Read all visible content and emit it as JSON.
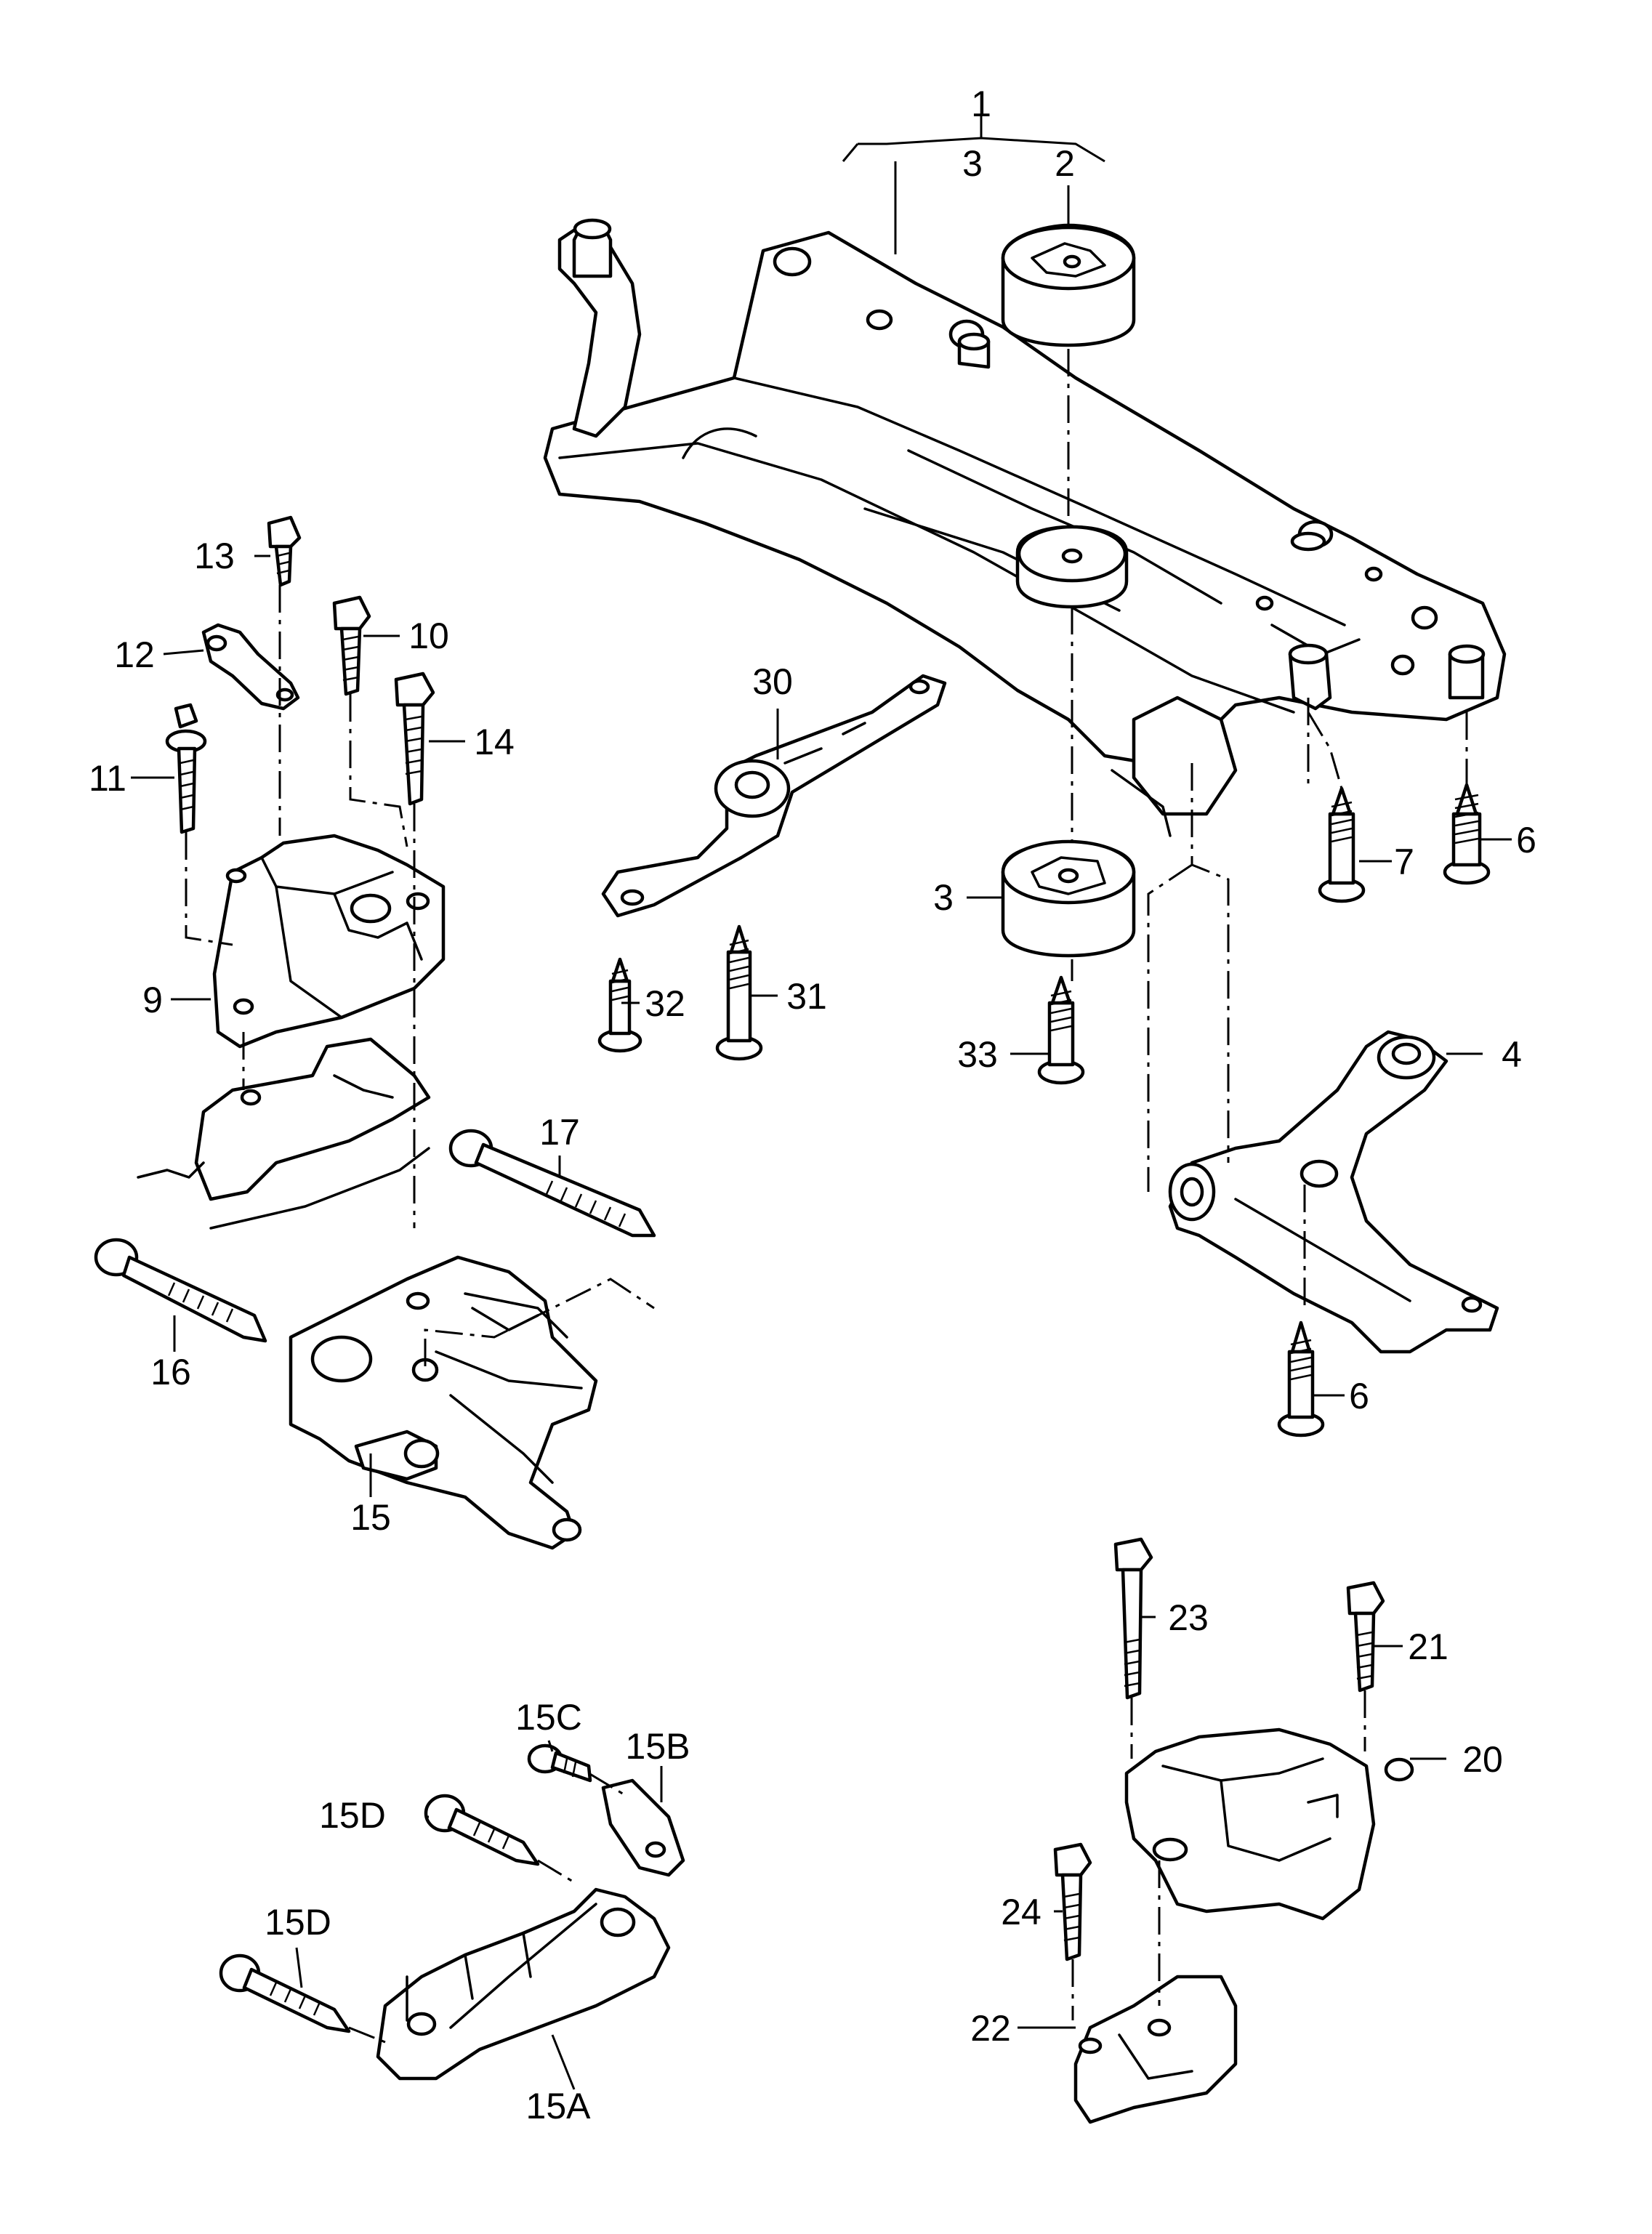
{
  "diagram": {
    "callouts": {
      "c1": "1",
      "c3top": "3",
      "c2": "2",
      "c30": "30",
      "c3": "3",
      "c33": "33",
      "c32": "32",
      "c31": "31",
      "c7": "7",
      "c6a": "6",
      "c4": "4",
      "c6b": "6",
      "c13": "13",
      "c12": "12",
      "c10": "10",
      "c11": "11",
      "c14": "14",
      "c9": "9",
      "c17": "17",
      "c16": "16",
      "c15": "15",
      "c23": "23",
      "c21": "21",
      "c20": "20",
      "c24": "24",
      "c22": "22",
      "c15C": "15C",
      "c15B": "15B",
      "c15D_a": "15D",
      "c15D_b": "15D",
      "c15A": "15A"
    }
  }
}
